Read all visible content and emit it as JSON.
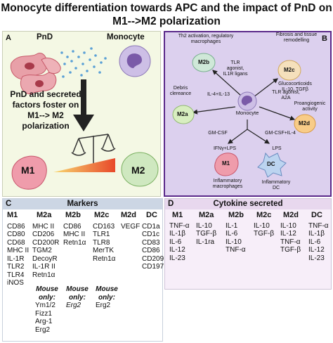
{
  "title": {
    "line1": "Monocyte differentiation towards APC and the impact of PnD on",
    "line2": "M1-->M2 polarization"
  },
  "panel_a": {
    "label": "A",
    "pnd_label": "PnD",
    "monocyte_label": "Monocyte",
    "caption": [
      "PnD and secreted",
      "factors foster on",
      "M1--> M2",
      "polarization"
    ],
    "m1": "M1",
    "m2": "M2"
  },
  "panel_b": {
    "label": "B",
    "center": "Monocyte",
    "m2b": {
      "cell": "M2b",
      "desc1": "Th2 activation, regulatory",
      "desc2": "macrophages",
      "signal1": "TLR",
      "signal2": "agonist,",
      "signal3": "IL1R ligans"
    },
    "m2c": {
      "cell": "M2c",
      "desc1": "Fibrosis and tissue",
      "desc2": "remodelling",
      "signal1": "Glucocorticoids",
      "signal2": "IL-10, TGFβ"
    },
    "m2a": {
      "cell": "M2a",
      "desc1": "Debris",
      "desc2": "clereance",
      "signal1": "IL-4+IL-13"
    },
    "m2d": {
      "cell": "M2d",
      "desc1": "Proangiogenic",
      "desc2": "activity",
      "signal1": "TLR agonist,",
      "signal2": "A2A"
    },
    "m1": {
      "cell": "M1",
      "inducer": "GM-CSF",
      "signal": "IFNγ+LPS",
      "desc1": "Inflammatory",
      "desc2": "macrophages"
    },
    "dc": {
      "cell": "DC",
      "inducer": "GM-CSF+IL-4",
      "signal": "LPS",
      "desc1": "Inflammatory",
      "desc2": "DC"
    }
  },
  "panel_c": {
    "label": "C",
    "header": "Markers",
    "columns": [
      {
        "name": "M1",
        "items": [
          "CD86",
          "CD80",
          "CD68",
          "MHC II",
          "IL-1R",
          "TLR2",
          "TLR4",
          "iNOS"
        ]
      },
      {
        "name": "M2a",
        "items": [
          "MHC II",
          "CD206",
          "CD200R",
          "TGM2",
          "DecoyR",
          "IL-1R II",
          "Retn1α"
        ],
        "mouse_label": "Mouse only:",
        "mouse": [
          "Ym1/2",
          "Fizz1",
          "Arg-1",
          "Erg2"
        ]
      },
      {
        "name": "M2b",
        "items": [
          "CD86",
          "MHC II",
          "Retn1α"
        ],
        "mouse_label": "Mouse only:",
        "mouse": [
          "Erg2"
        ]
      },
      {
        "name": "M2c",
        "items": [
          "CD163",
          "TLR1",
          "TLR8",
          "MerTK",
          "Retn1α"
        ],
        "mouse_label": "Mouse only:",
        "mouse": [
          "Erg2"
        ]
      },
      {
        "name": "M2d",
        "items": [
          "VEGF"
        ]
      },
      {
        "name": "DC",
        "items": [
          "CD1a",
          "CD1c",
          "CD83",
          "CD86",
          "CD209",
          "CD197"
        ]
      }
    ]
  },
  "panel_d": {
    "label": "D",
    "header": "Cytokine secreted",
    "columns": [
      {
        "name": "M1",
        "items": [
          "TNF-α",
          "IL-1β",
          "IL-6",
          "IL-12",
          "IL-23"
        ]
      },
      {
        "name": "M2a",
        "items": [
          "IL-10",
          "TGF-β",
          "IL-1ra"
        ]
      },
      {
        "name": "M2b",
        "items": [
          "IL-1",
          "IL-6",
          "IL-10",
          "TNF-α"
        ]
      },
      {
        "name": "M2c",
        "items": [
          "IL-10",
          "TGF-β"
        ]
      },
      {
        "name": "M2d",
        "items": [
          "IL-10",
          "IL-12",
          "TNF-α",
          "TGF-β"
        ]
      },
      {
        "name": "DC",
        "items": [
          "TNF-α",
          "IL-1β",
          "IL-6",
          "IL-12",
          "IL-23"
        ]
      }
    ]
  },
  "colors": {
    "panel_b_border": "#5b2a8a",
    "arrow": "#222222",
    "gradient_start": "#f6b32b",
    "gradient_end": "#e8492a"
  }
}
